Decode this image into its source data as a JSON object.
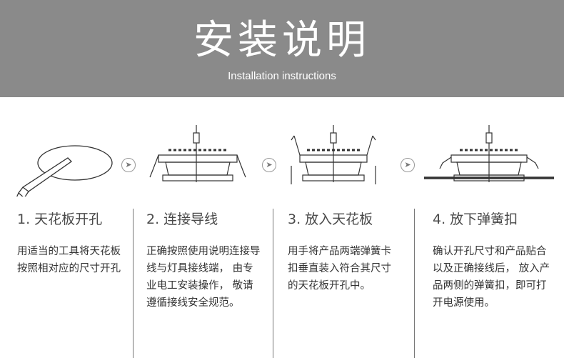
{
  "header": {
    "title": "安装说明",
    "subtitle": "Installation instructions"
  },
  "steps": [
    {
      "title": "1. 天花板开孔",
      "description": "用适当的工具将天花板按照相对应的尺寸开孔"
    },
    {
      "title": "2. 连接导线",
      "description": "正确按照使用说明连接导线与灯具接线端， 由专业电工安装操作， 敬请遵循接线安全规范。"
    },
    {
      "title": "3. 放入天花板",
      "description": "用手将产品两端弹簧卡扣垂直装入符合其尺寸的天花板开孔中。"
    },
    {
      "title": "4. 放下弹簧扣",
      "description": "确认开孔尺寸和产品贴合以及正确接线后， 放入产品两侧的弹簧扣，即可打开电源使用。"
    }
  ],
  "icons": {
    "step_arrow": "chevron-right-icon"
  },
  "colors": {
    "banner_bg": "#8a8a8a",
    "banner_text": "#ffffff",
    "divider": "#777777"
  }
}
